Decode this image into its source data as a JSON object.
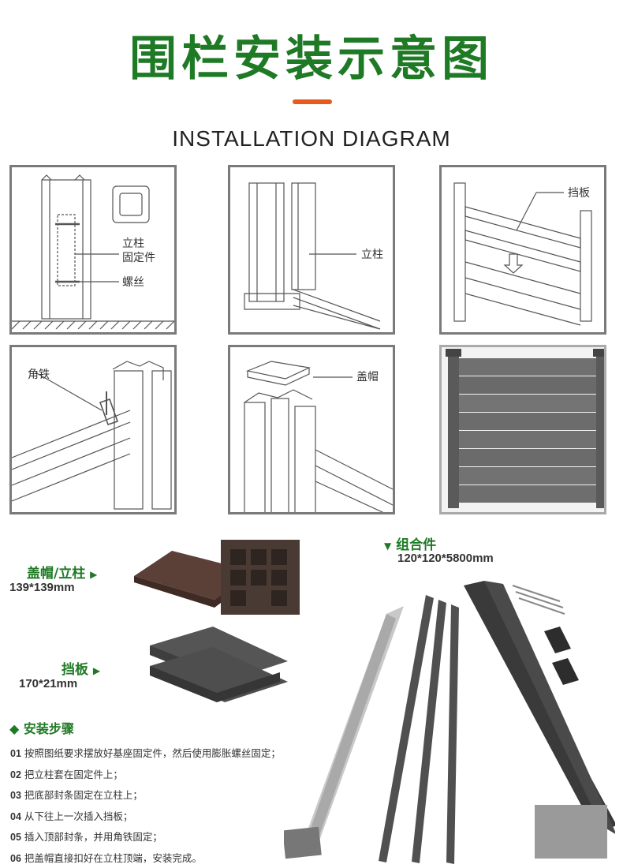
{
  "header": {
    "title_cn": "围栏安装示意图",
    "title_en": "INSTALLATION DIAGRAM",
    "accent_color": "#1f7a25",
    "bar_color": "#e65a1c"
  },
  "diagrams": {
    "panel1": {
      "label_post": "立柱",
      "label_bracket": "固定件",
      "label_screw": "螺丝"
    },
    "panel2": {
      "label_post": "立柱"
    },
    "panel3": {
      "label_board": "挡板"
    },
    "panel4": {
      "label_angle": "角铁"
    },
    "panel5": {
      "label_cap": "盖帽"
    },
    "panel6": {}
  },
  "products": {
    "cap_post": {
      "label": "盖帽/立柱",
      "size": "139*139mm"
    },
    "board": {
      "label": "挡板",
      "size": "170*21mm"
    },
    "kit": {
      "label": "组合件",
      "size": "120*120*5800mm"
    }
  },
  "steps": {
    "title": "安装步骤",
    "items": [
      {
        "num": "01",
        "text": "按照图纸要求摆放好基座固定件，然后使用膨胀螺丝固定；"
      },
      {
        "num": "02",
        "text": "把立柱套在固定件上；"
      },
      {
        "num": "03",
        "text": "把底部封条固定在立柱上；"
      },
      {
        "num": "04",
        "text": "从下往上一次插入挡板；"
      },
      {
        "num": "05",
        "text": "插入顶部封条，并用角铁固定；"
      },
      {
        "num": "06",
        "text": "把盖帽直接扣好在立柱顶端，安装完成。"
      }
    ]
  }
}
